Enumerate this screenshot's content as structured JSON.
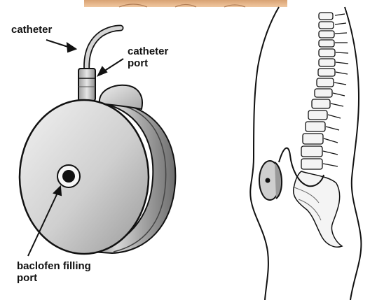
{
  "labels": {
    "catheter": "catheter",
    "catheter_port_line1": "catheter",
    "catheter_port_line2": "port",
    "filling_port_line1": "baclofen filling",
    "filling_port_line2": "port"
  },
  "colors": {
    "background": "#ffffff",
    "skin_strip": "#e9b98f",
    "pump_metal": "#c9c9c9",
    "outline": "#111111"
  }
}
